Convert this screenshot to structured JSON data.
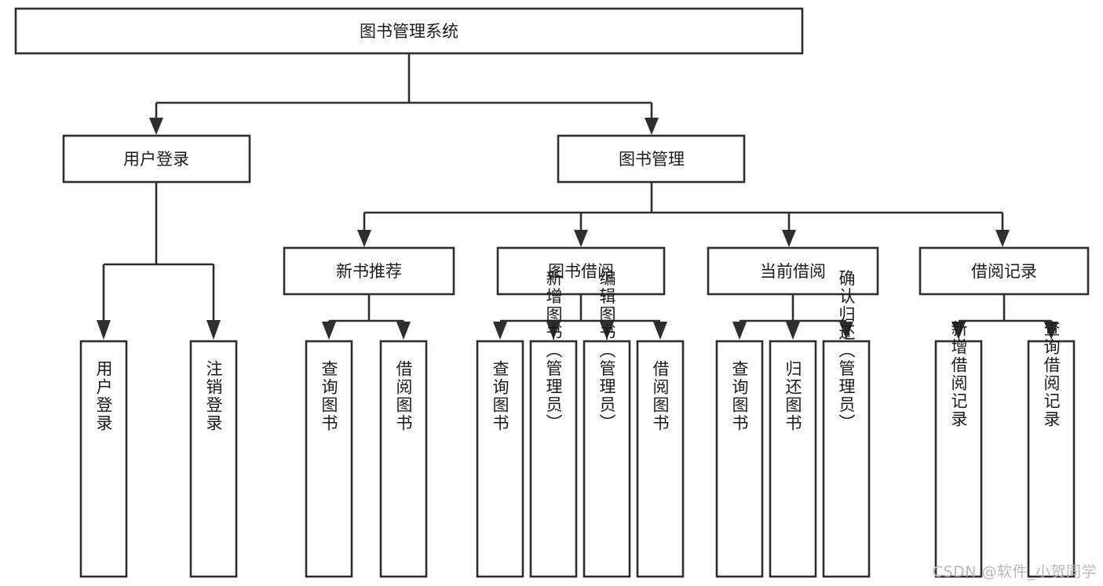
{
  "diagram": {
    "type": "tree",
    "title": "图书管理系统",
    "orientation": "top-down",
    "colors": {
      "stroke": "#2e2e2e",
      "fill": "#ffffff",
      "text": "#1b1b1b",
      "watermark": "#b9b9b9",
      "background": "#ffffff"
    },
    "root": {
      "label": "图书管理系统"
    },
    "level2": [
      {
        "label": "用户登录"
      },
      {
        "label": "图书管理"
      }
    ],
    "level3": [
      {
        "label": "新书推荐"
      },
      {
        "label": "图书借阅"
      },
      {
        "label": "当前借阅"
      },
      {
        "label": "借阅记录"
      }
    ],
    "leaves": {
      "user_login": [
        {
          "label": "用户登录"
        },
        {
          "label": "注销登录"
        }
      ],
      "new_book_recommend": [
        {
          "label": "查询图书"
        },
        {
          "label": "借阅图书"
        }
      ],
      "book_borrow": [
        {
          "label": "查询图书"
        },
        {
          "label": "新增图书（管理员）"
        },
        {
          "label": "编辑图书（管理员）"
        },
        {
          "label": "借阅图书"
        }
      ],
      "current_borrow": [
        {
          "label": "查询图书"
        },
        {
          "label": "归还图书"
        },
        {
          "label": "确认归还（管理员）"
        }
      ],
      "borrow_record": [
        {
          "label": "新增借阅记录"
        },
        {
          "label": "查询借阅记录"
        }
      ]
    }
  },
  "watermark": {
    "text": "CSDN @软件_小贺同学"
  }
}
